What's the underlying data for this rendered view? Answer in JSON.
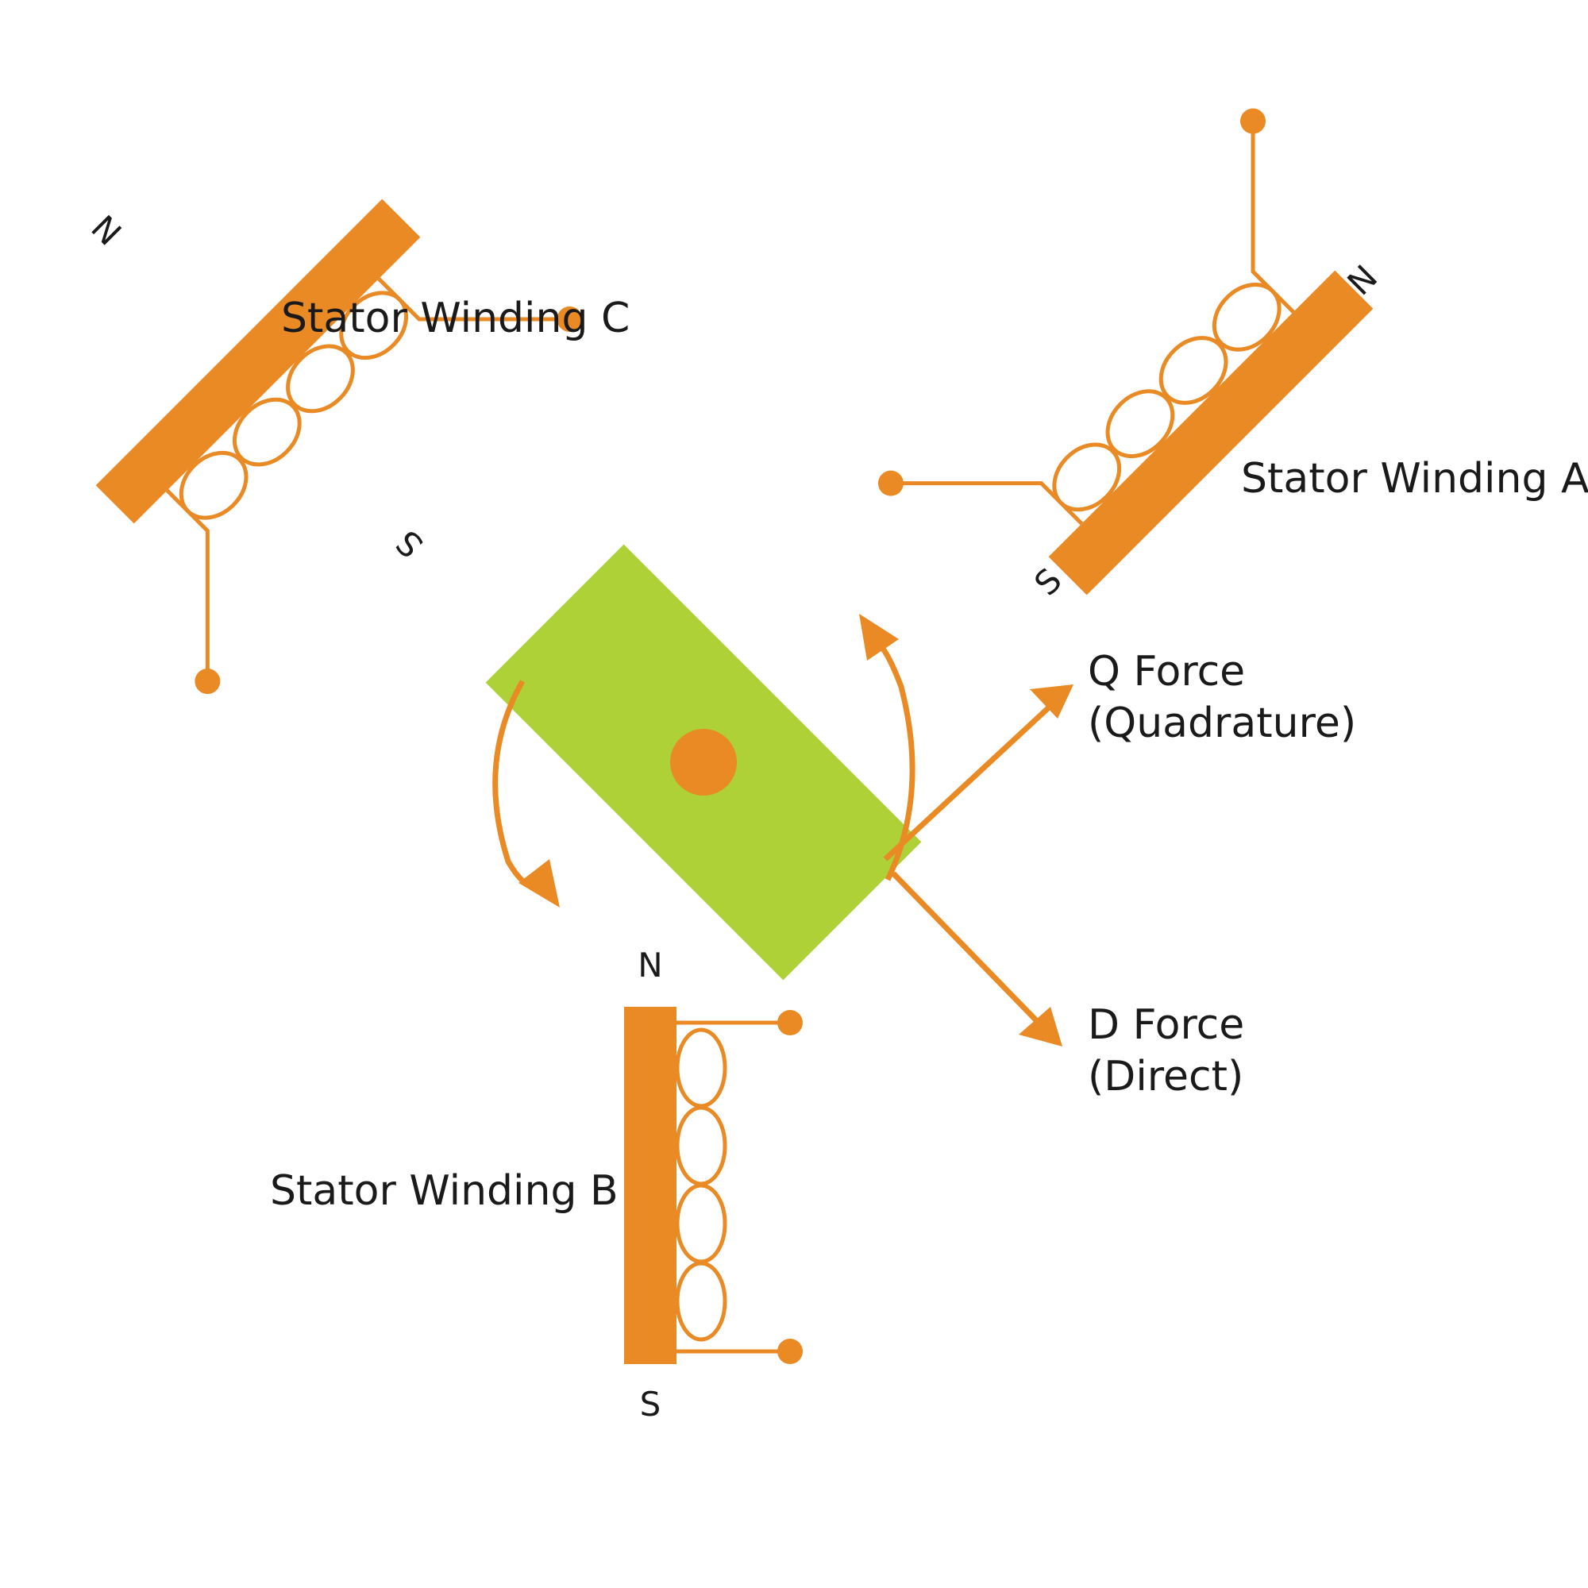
{
  "colors": {
    "winding": "#e98a25",
    "rotor": "#add136",
    "rotor_center": "#e98a25",
    "text": "#1a1a1a",
    "background": "#ffffff"
  },
  "windings": {
    "a": {
      "label": "Stator Winding A",
      "north": "N",
      "south": "S"
    },
    "b": {
      "label": "Stator Winding B",
      "north": "N",
      "south": "S"
    },
    "c": {
      "label": "Stator Winding C",
      "north": "N",
      "south": "S"
    }
  },
  "forces": {
    "q": {
      "line1": "Q Force",
      "line2": "(Quadrature)"
    },
    "d": {
      "line1": "D Force",
      "line2": "(Direct)"
    }
  }
}
